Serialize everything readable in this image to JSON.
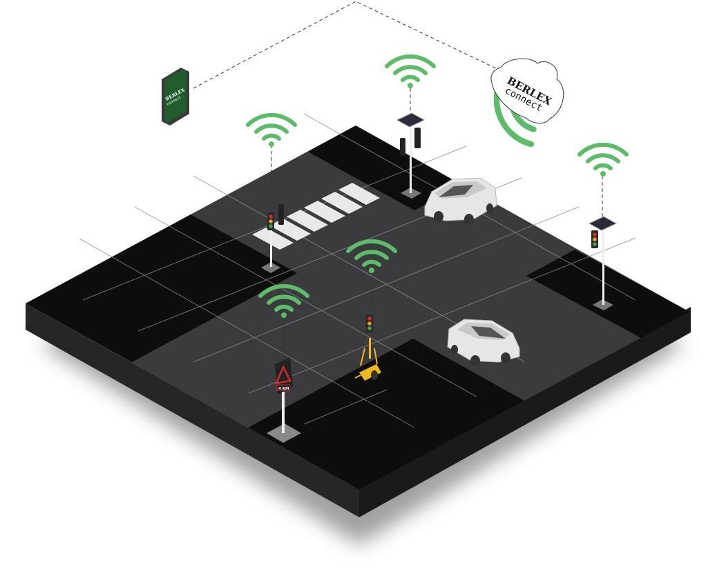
{
  "brand": {
    "name": "BERLEX",
    "tagline": "connect"
  },
  "phone": {
    "logo_name": "BERLEX",
    "logo_tagline": "connect"
  },
  "sign": {
    "distance_text": "4 KM"
  },
  "colors": {
    "signal_green": "#5bbd68",
    "road": "#3b3b3d",
    "lot": "#0d0d0d",
    "platform_side": "#1f1f1f",
    "phone_screen": "#1f5e2c",
    "trailer": "#f2b91c",
    "car": "#e6e6e6"
  },
  "icons": [
    "wifi-icon",
    "traffic-light-icon",
    "solar-panel-icon",
    "car-icon",
    "cloud-icon",
    "phone-icon",
    "warning-sign-icon"
  ]
}
